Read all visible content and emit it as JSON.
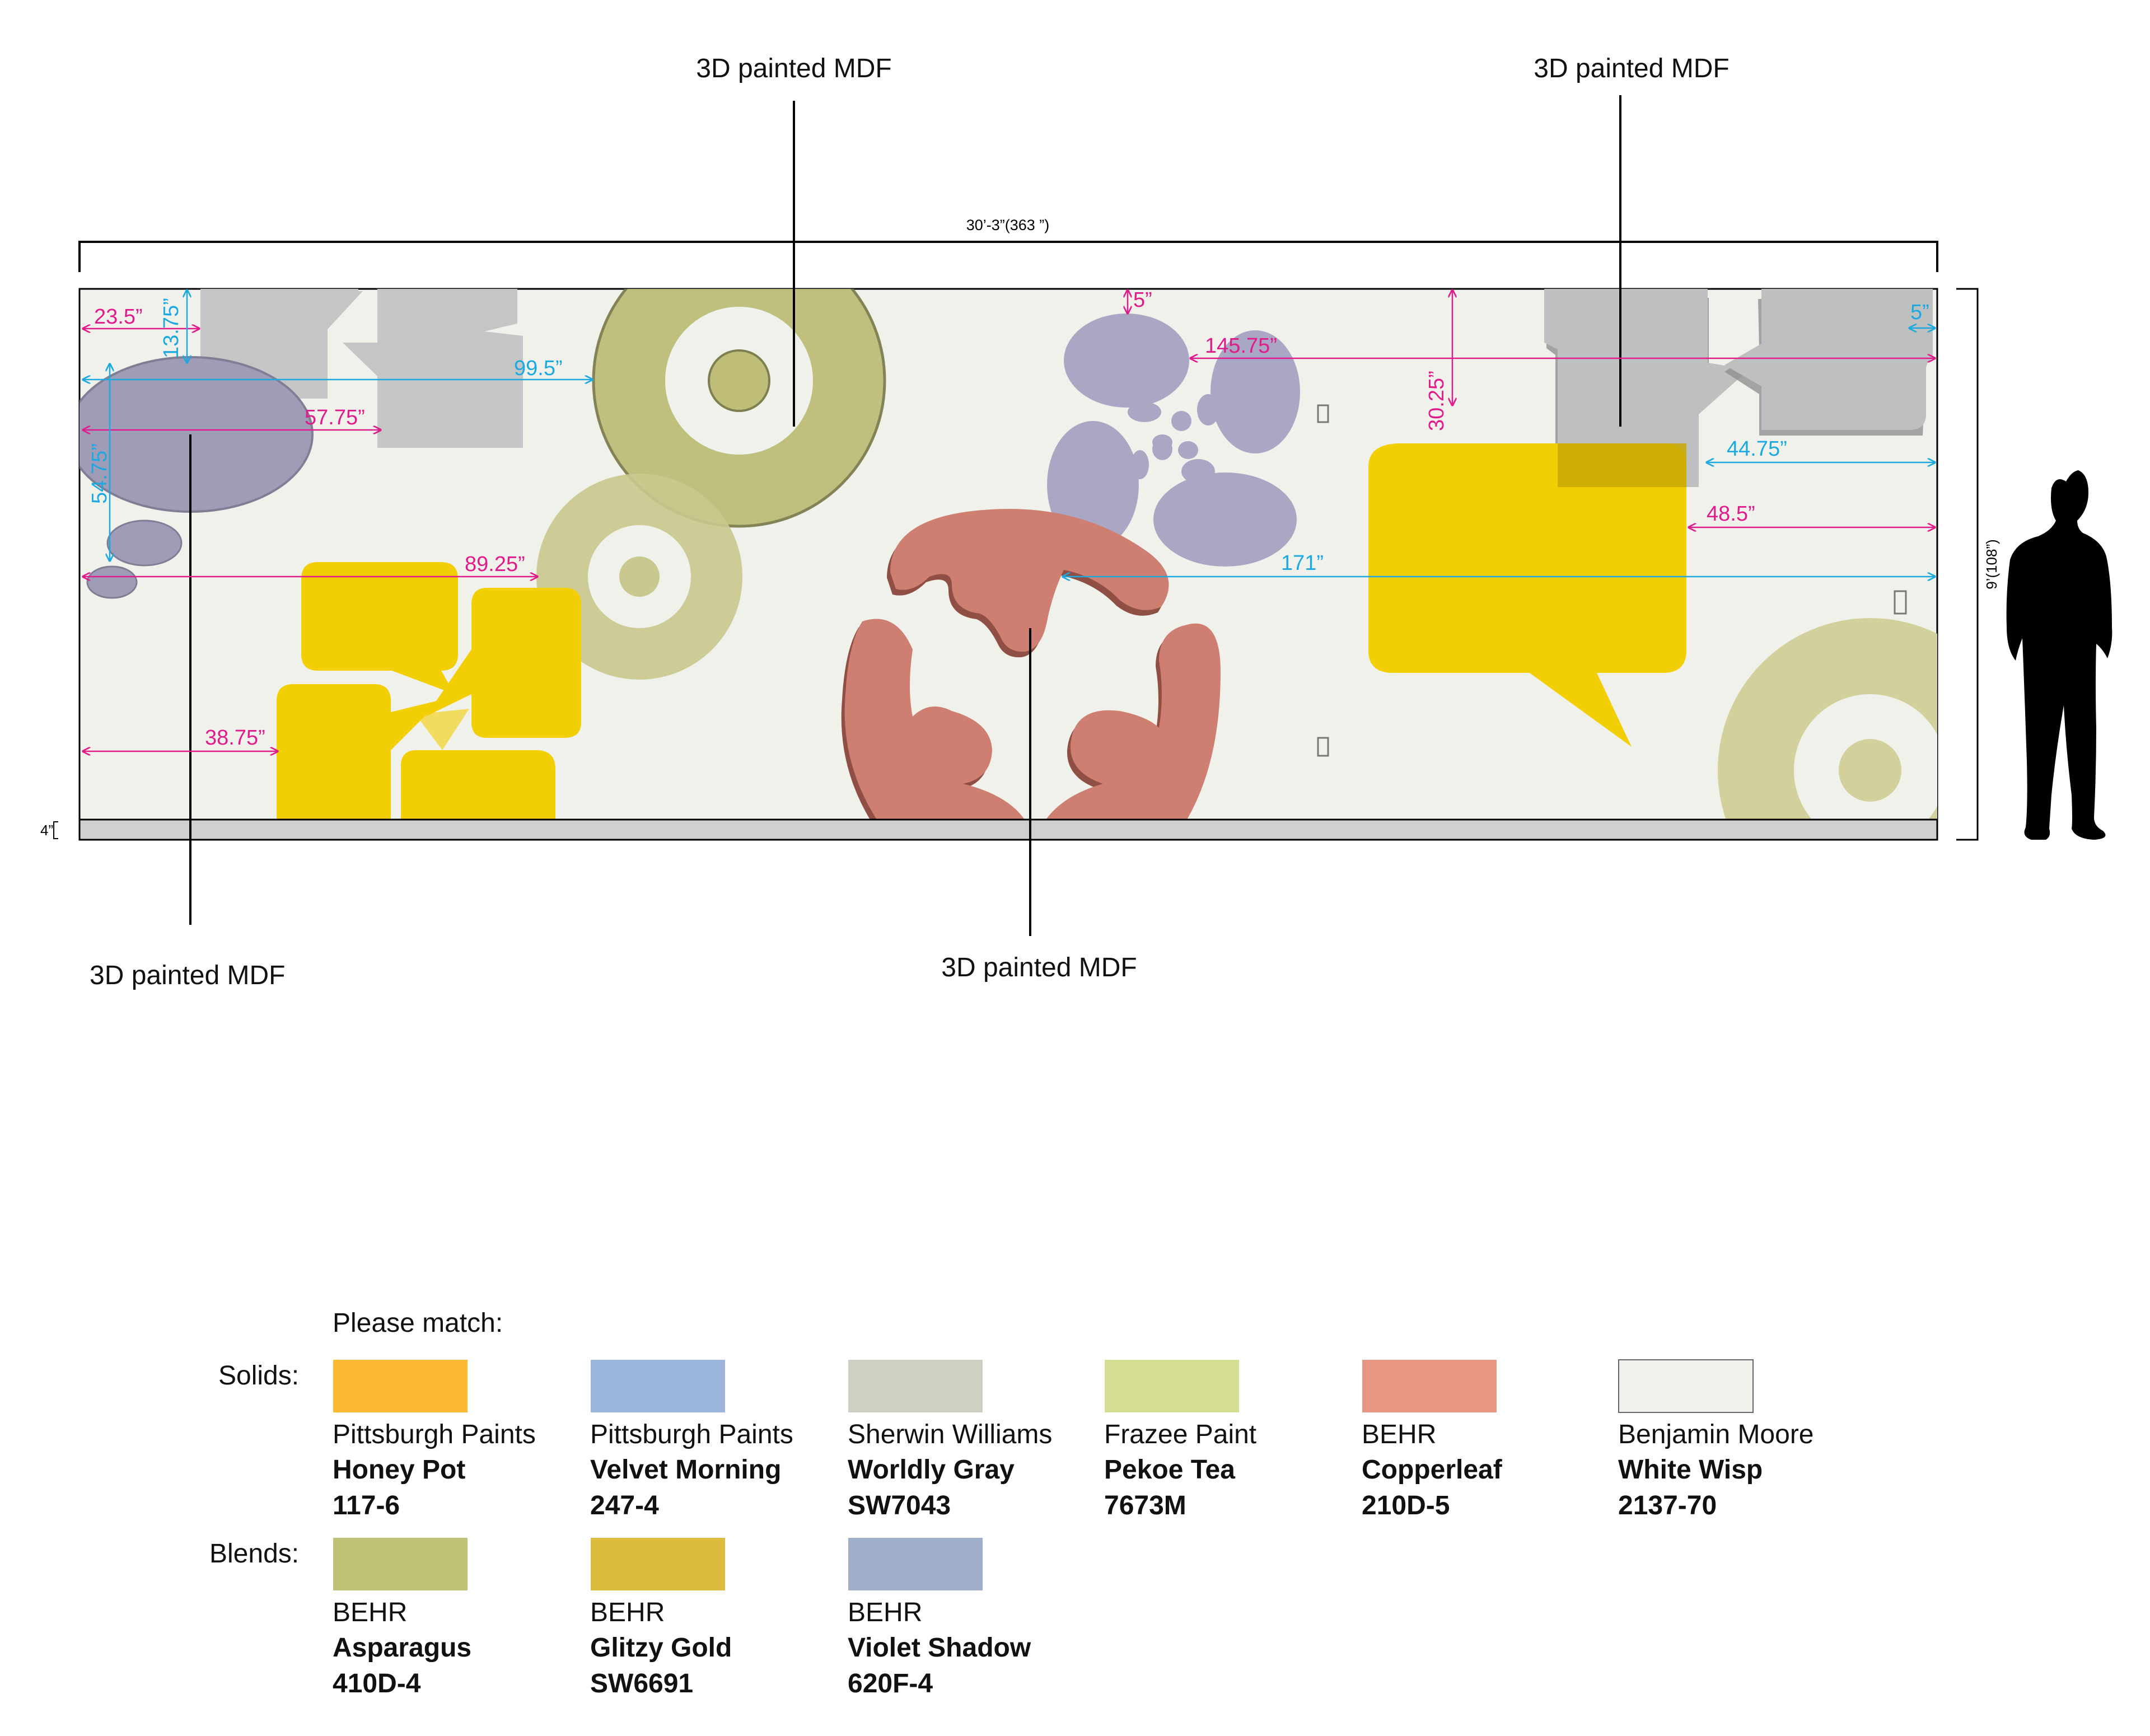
{
  "callouts": {
    "top_center": "3D painted MDF",
    "top_right": "3D painted MDF",
    "bottom_left": "3D painted MDF",
    "bottom_center": "3D painted MDF"
  },
  "dimensions": {
    "overall_width": "30’-3”(363 ”)",
    "height": "9’(108”)",
    "base": "4”",
    "d_23_5": "23.5”",
    "d_13_75": "13.75”",
    "d_99_5": "99.5”",
    "d_57_75": "57.75”",
    "d_54_75": "54.75”",
    "d_89_25": "89.25”",
    "d_38_75": "38.75”",
    "d_5_top": "5”",
    "d_145_75": "145.75”",
    "d_30_25": "30.25”",
    "d_171": "171”",
    "d_5_right": "5”",
    "d_44_75": "44.75”",
    "d_48_5": "48.5”"
  },
  "legend": {
    "heading": "Please match:",
    "solids_label": "Solids:",
    "blends_label": "Blends:",
    "solids": [
      {
        "brand": "Pittsburgh Paints",
        "name": "Honey Pot",
        "code": "117-6",
        "color": "#FBB931"
      },
      {
        "brand": "Pittsburgh Paints",
        "name": "Velvet Morning",
        "code": "247-4",
        "color": "#9AB4DC"
      },
      {
        "brand": "Sherwin Williams",
        "name": "Worldly Gray",
        "code": "SW7043",
        "color": "#CFCFC2"
      },
      {
        "brand": "Frazee Paint",
        "name": "Pekoe Tea",
        "code": "7673M",
        "color": "#D6DE93"
      },
      {
        "brand": "BEHR",
        "name": "Copperleaf",
        "code": "210D-5",
        "color": "#E69683"
      },
      {
        "brand": "Benjamin Moore",
        "name": "White Wisp",
        "code": "2137-70",
        "color": "#F1F2EC"
      }
    ],
    "blends": [
      {
        "brand": "BEHR",
        "name": "Asparagus",
        "code": "410D-4",
        "color": "#BFC177"
      },
      {
        "brand": "BEHR",
        "name": "Glitzy Gold",
        "code": "SW6691",
        "color": "#DDBB3C"
      },
      {
        "brand": "BEHR",
        "name": "Violet Shadow",
        "code": "620F-4",
        "color": "#9FAEC9"
      }
    ]
  },
  "colors": {
    "wall": "#F1F1EC",
    "gray": "#C4C6C6",
    "olive": "#C9C88E",
    "yellow": "#F2CE04",
    "lavender": "#A9A7C4",
    "terracotta": "#CE7F72",
    "dim_magenta": "#E01C8C",
    "dim_cyan": "#1BA9DF"
  }
}
